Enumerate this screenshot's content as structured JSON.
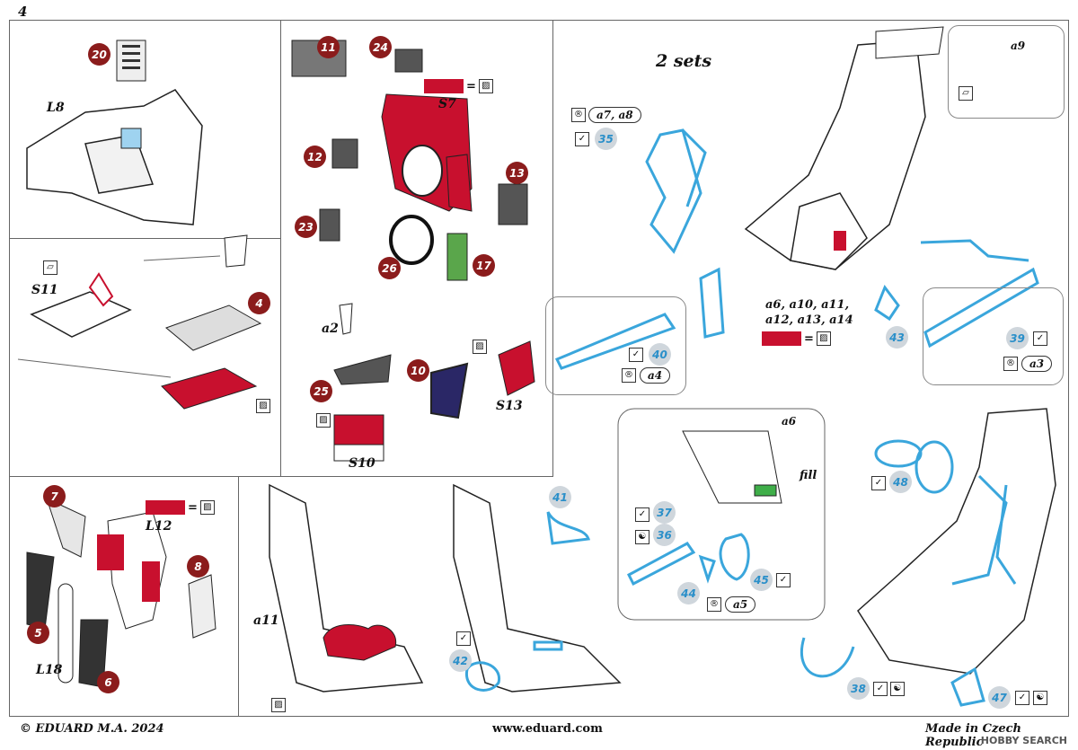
{
  "page": {
    "number": "4"
  },
  "footer": {
    "copyright": "© EDUARD  M.A. 2024",
    "website": "www.eduard.com",
    "origin": "Made in Czech Republic",
    "watermark": "HOBBY SEARCH"
  },
  "colors": {
    "photo_etch_red": "#c8102e",
    "mask_blue": "#3aa6dc",
    "callout_red": "#8b1c1c"
  },
  "sections": {
    "top_left": {
      "callouts": [
        "20"
      ],
      "labels": [
        "L8"
      ]
    },
    "mid_left": {
      "callouts": [
        "4"
      ],
      "labels": [
        "S11"
      ]
    },
    "top_center": {
      "callouts": [
        "11",
        "24",
        "12",
        "13",
        "23",
        "26",
        "17"
      ],
      "labels": [
        "S7"
      ],
      "legend_equals": "="
    },
    "mid_center": {
      "callouts": [
        "25",
        "10"
      ],
      "labels": [
        "a2",
        "S10",
        "S13"
      ]
    },
    "right": {
      "heading": "2 sets",
      "group_a7_a8": {
        "pill": "a7, a8",
        "callout": "35"
      },
      "group_a9": {
        "label": "a9"
      },
      "group_a4": {
        "callout": "40",
        "pill": "a4"
      },
      "group_a3": {
        "callout": "39",
        "pill": "a3"
      },
      "paint_note": "a6, a10, a11,\na12, a13, a14",
      "callout_43": "43",
      "detail_a6": {
        "label": "a6",
        "fill": "fill",
        "callouts": [
          "37",
          "36",
          "45",
          "44"
        ],
        "pill": "a5"
      },
      "callouts_lower": [
        "48",
        "38",
        "47"
      ]
    },
    "bottom_left": {
      "callouts": [
        "7",
        "8",
        "5",
        "6"
      ],
      "labels": [
        "L12",
        "L18"
      ]
    },
    "bottom_center": {
      "labels": [
        "a11"
      ],
      "callouts": [
        "41",
        "42"
      ]
    }
  }
}
